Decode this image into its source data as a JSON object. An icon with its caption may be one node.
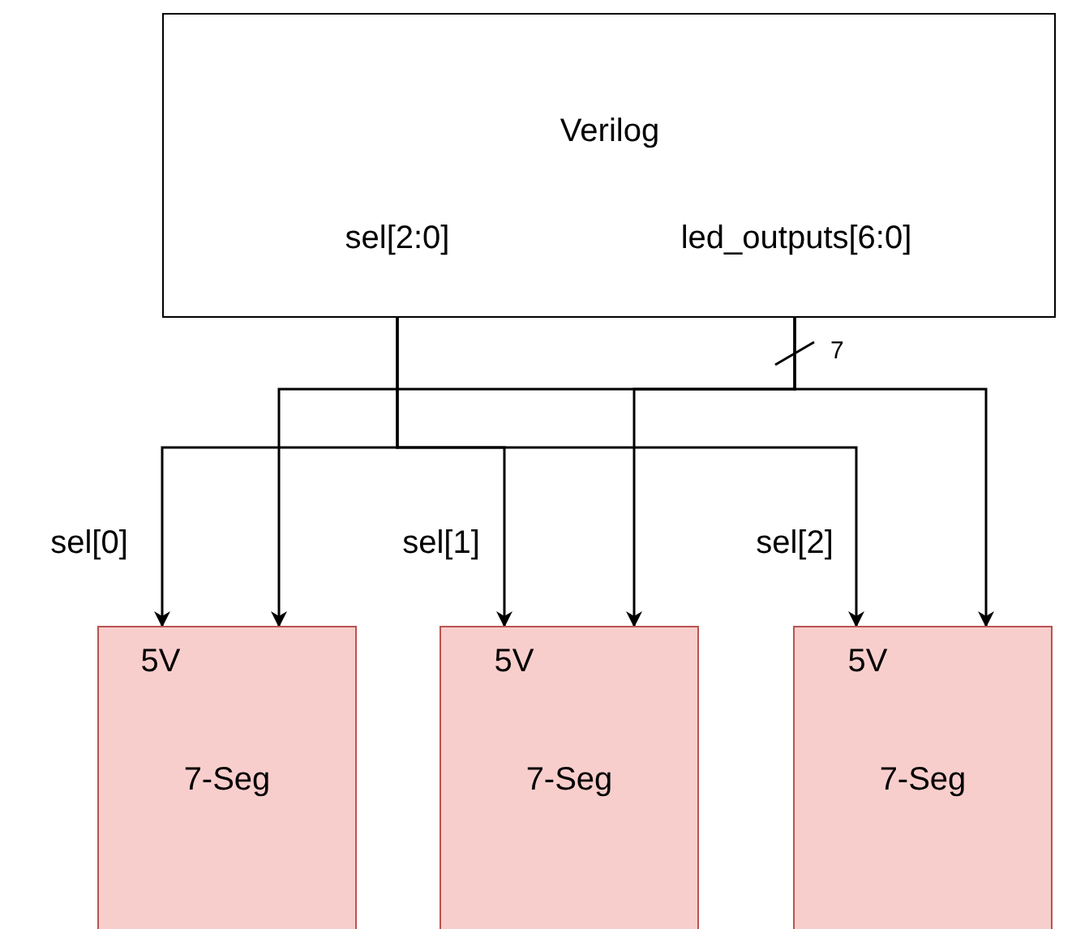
{
  "diagram": {
    "nodes": [
      {
        "text": [
          "Verilog"
        ]
      },
      {
        "text": [
          "sel[2:0]"
        ],
        "in": 0
      },
      {
        "text": [
          "led_outputs[6:0]"
        ],
        "in": 0
      },
      {
        "text": [
          "5V",
          "7-Seg"
        ]
      },
      {
        "text": [
          "5V",
          "7-Seg"
        ]
      },
      {
        "text": [
          "5V",
          "7-Seg"
        ]
      }
    ],
    "edges": [
      {
        "from": 1,
        "to": 3,
        "arrow": "to",
        "label": "sel[0]"
      },
      {
        "from": 1,
        "to": 4,
        "arrow": "to",
        "label": "sel[1]"
      },
      {
        "from": 1,
        "to": 5,
        "arrow": "to",
        "label": "sel[2]"
      },
      {
        "from": 2,
        "to": 3,
        "arrow": "to"
      },
      {
        "from": 2,
        "to": 4,
        "arrow": "to"
      },
      {
        "from": 2,
        "to": 5,
        "arrow": "to"
      }
    ],
    "labels": [
      "7"
    ]
  }
}
